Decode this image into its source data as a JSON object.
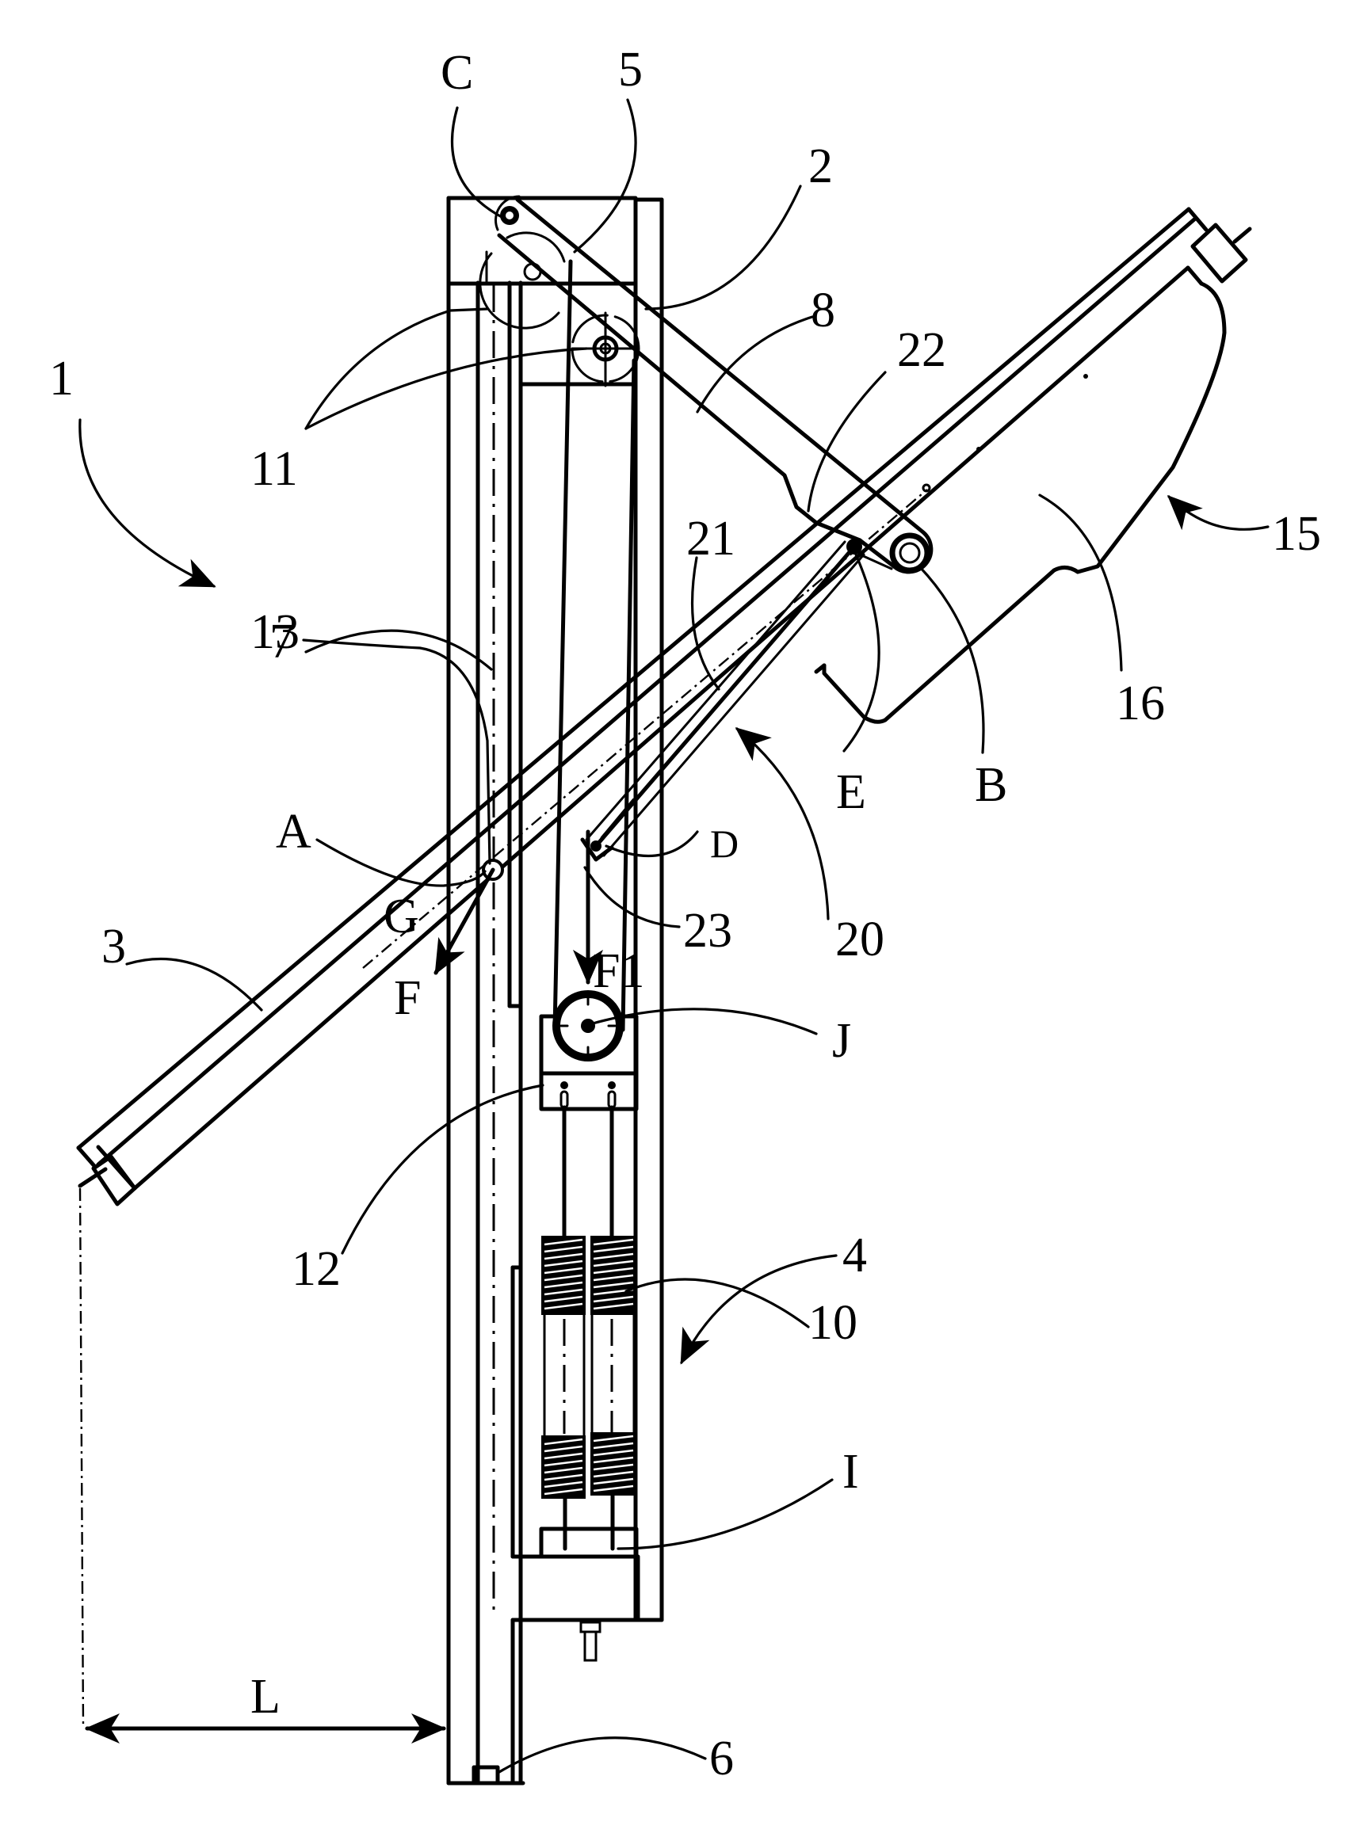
{
  "figure": {
    "type": "patent mechanical drawing",
    "description": "Counterbalanced swing arm mechanism with vertical frame, spring pack and pulleys"
  },
  "labels": {
    "assembly": "1",
    "frame_rail": "2",
    "swing_arm": "3",
    "spring_unit": "4",
    "top_plate": "5",
    "bottom_stop": "6",
    "pivot_pin": "7",
    "link_arm": "8",
    "springs": "10",
    "pulleys": "11",
    "moving_pulley": "12",
    "guide_rail": "13",
    "head_unit": "15",
    "head_body": "16",
    "strut": "20",
    "strut_rod": "21",
    "bracket_upper": "22",
    "bracket_lower": "23",
    "point_A": "A",
    "point_B": "B",
    "point_C": "C",
    "point_D": "D",
    "point_E": "E",
    "point_G": "G",
    "point_I": "I",
    "point_J": "J",
    "force_F": "F",
    "force_F1": "F1",
    "distance_L": "L"
  }
}
